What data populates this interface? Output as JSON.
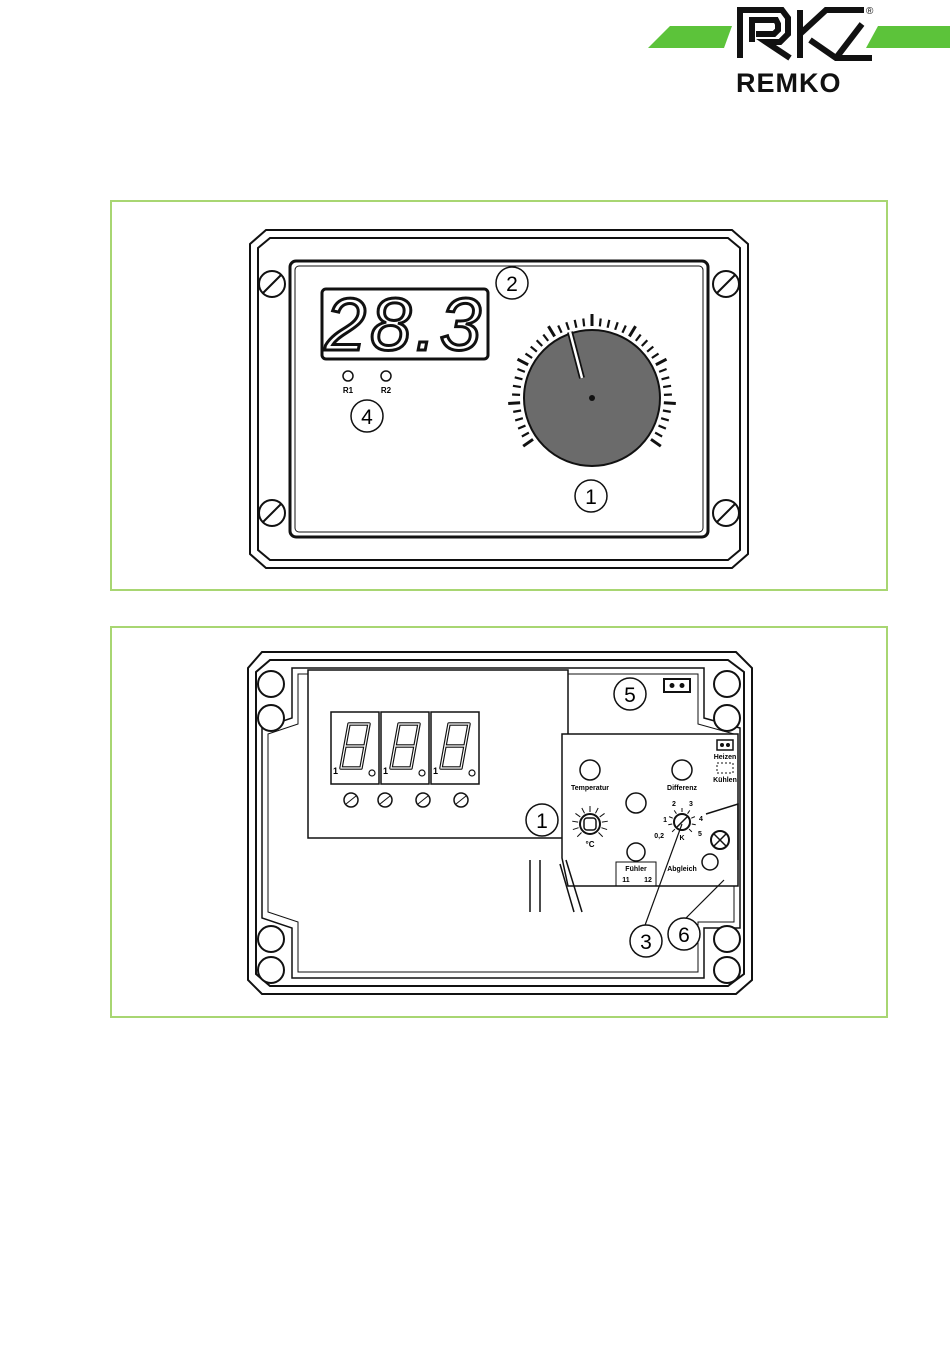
{
  "brand": {
    "name": "REMKO",
    "registered_mark": "®",
    "colors": {
      "accent_green": "#5cc33a",
      "frame_green": "#a8d672",
      "ink": "#111111",
      "dial_fill": "#6b6b6b"
    }
  },
  "figure1": {
    "display_value": "28.3",
    "led_labels": [
      "R1",
      "R2"
    ],
    "callouts": [
      "1",
      "2",
      "4"
    ]
  },
  "figure2": {
    "labels": {
      "temperatur": "Temperatur",
      "differenz": "Differenz",
      "heizen": "Heizen",
      "kuehlen": "Kühlen",
      "fuehler": "Fühler",
      "abgleich": "Abgleich",
      "terminal_a": "11",
      "terminal_b": "12",
      "unit_c": "°C",
      "unit_k": "K",
      "scale": [
        "0,2",
        "1",
        "2",
        "3",
        "4",
        "5"
      ],
      "digit_prefix": "1"
    },
    "callouts": [
      "1",
      "3",
      "5",
      "6"
    ]
  }
}
